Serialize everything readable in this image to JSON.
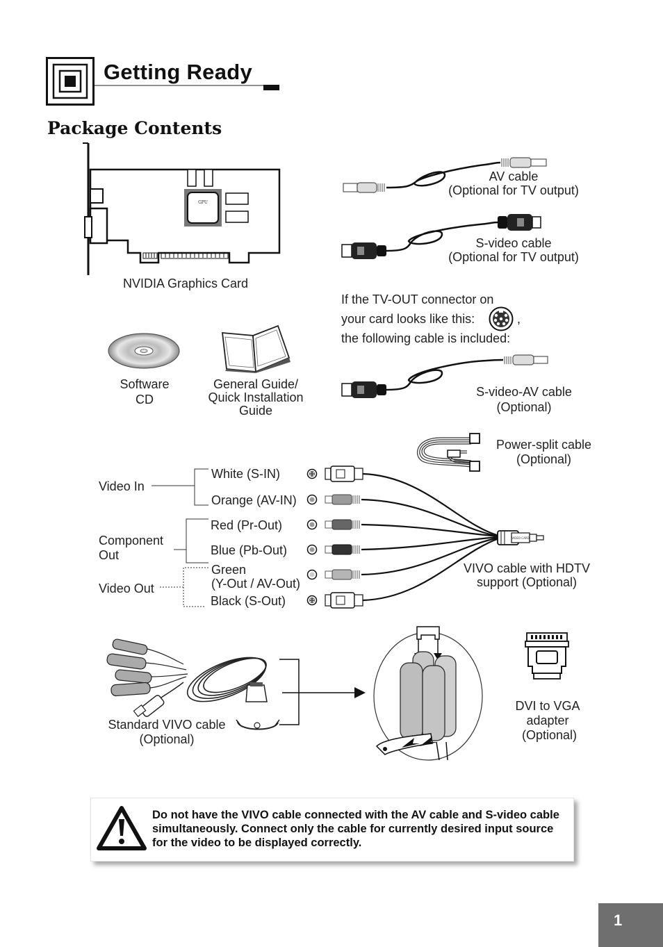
{
  "header": {
    "title": "Getting Ready"
  },
  "section": {
    "title": "Package Contents"
  },
  "items": {
    "graphics_card": {
      "label": "NVIDIA  Graphics Card",
      "chip": "GPU"
    },
    "av_cable": {
      "line1": "AV cable",
      "line2": "(Optional for TV output)"
    },
    "svideo_cable": {
      "line1": "S-video cable",
      "line2": "(Optional for TV output)"
    },
    "tvout_note": {
      "line1": "If the TV-OUT connector on",
      "line2": "your card looks like this:",
      "comma": ",",
      "line3": "the following cable is included:"
    },
    "software_cd": {
      "line1": "Software",
      "line2": "CD"
    },
    "guide": {
      "line1": "General Guide/",
      "line2": "Quick Installation",
      "line3": "Guide"
    },
    "svideo_av_cable": {
      "line1": "S-video-AV cable",
      "line2": "(Optional)"
    },
    "power_split": {
      "line1": "Power-split cable",
      "line2": "(Optional)"
    },
    "vivo_cable": {
      "line1": "VIVO cable with HDTV",
      "line2": "support (Optional)",
      "plug_label": "VIDEO CARD"
    },
    "standard_vivo": {
      "line1": "Standard VIVO cable",
      "line2": "(Optional)"
    },
    "dvi_vga": {
      "line1": "DVI to VGA",
      "line2": "adapter",
      "line3": "(Optional)"
    }
  },
  "vivo_groups": {
    "video_in": "Video In",
    "component_out_line1": "Component",
    "component_out_line2": "Out",
    "video_out": "Video Out"
  },
  "vivo_connectors": [
    {
      "label": "White (S-IN)",
      "type": "s-video"
    },
    {
      "label": "Orange (AV-IN)",
      "type": "rca"
    },
    {
      "label": "Red (Pr-Out)",
      "type": "rca"
    },
    {
      "label": "Blue (Pb-Out)",
      "type": "rca"
    },
    {
      "label": "Green",
      "label2": "(Y-Out / AV-Out)",
      "type": "rca"
    },
    {
      "label": "Black (S-Out)",
      "type": "s-video"
    }
  ],
  "warning": {
    "icon": "warning-triangle-icon",
    "text": "Do not have the VIVO  cable connected with the AV cable and S-video cable simultaneously. Connect only the cable for currently  desired input source for the video to  be displayed correctly."
  },
  "page": {
    "number": "1"
  }
}
